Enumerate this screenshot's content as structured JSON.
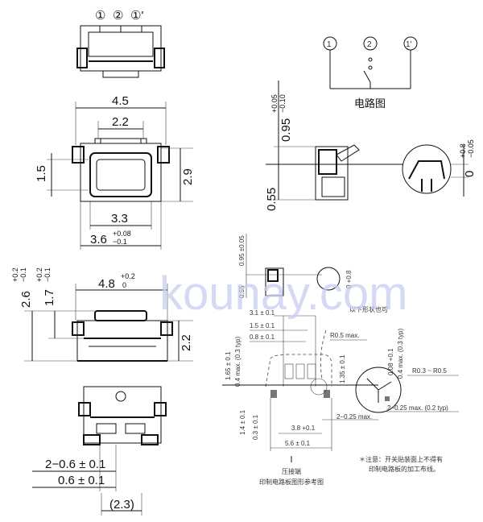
{
  "terminal_labels": {
    "t1": "①",
    "t2": "②",
    "t1p": "①'"
  },
  "circuit": {
    "label": "电路图",
    "t1": "1",
    "t2": "2",
    "t1p": "1'"
  },
  "dims_left": {
    "width_4_5": "4.5",
    "width_2_2": "2.2",
    "height_1_5": "1.5",
    "height_2_9": "2.9",
    "width_3_3": "3.3",
    "width_3_6": "3.6",
    "width_3_6_tol_up": "+0.08",
    "width_3_6_tol_dn": "−0.1",
    "height_2_6": "2.6",
    "height_2_6_tol_up": "+0.2",
    "height_2_6_tol_dn": "−0.1",
    "height_1_7": "1.7",
    "height_1_7_tol_up": "+0.2",
    "height_1_7_tol_dn": "−0.1",
    "width_4_8": "4.8",
    "width_4_8_tol_up": "+0.2",
    "width_4_8_tol_dn": "0",
    "height_2_2": "2.2",
    "pad_2x": "2−0.6 ± 0.1",
    "pad_w": "0.6 ± 0.1",
    "pitch": "(2.3)"
  },
  "dims_right": {
    "h_0_95": "0.95",
    "h_0_95_tol_up": "+0.05",
    "h_0_95_tol_dn": "−0.10",
    "h_0_55": "0.55",
    "h_0": "0",
    "h_0_tol_up": "+0.8",
    "h_0_tol_dn": "−0.05"
  },
  "small_view": {
    "h_0_95": "0.95 ±0.05",
    "h_0_55": "0.55",
    "h_0": "0 +0.8"
  },
  "pcb": {
    "note_shape": "以下形状也可",
    "d_3_1": "3.1 ± 0.1",
    "d_1_5": "1.5 ± 0.1",
    "d_0_8": "0.8 ± 0.1",
    "r_0_5": "R0.5 max.",
    "d_1_65": "1.65 ± 0.1",
    "d_0_4": "0.4 max. (0.3 typ)",
    "d_1_35": "1.35 ± 0.1",
    "d_0_08": "0.08 +0.1",
    "d_0_4b": "0.4 max. (0.3 typ)",
    "r_range": "R0.3 ~ R0.5",
    "d_0_25a": "2−0.25 max. (0.2 typ)",
    "d_0_25b": "2−0.25 max.",
    "d_1_4": "1.4 ± 0.1",
    "d_0_3": "0.3 ± 0.1",
    "d_3_8": "3.8 +0.1",
    "d_5_6": "5.6 ± 0.1",
    "cn_label1": "压接端",
    "cn_label2": "印制电路板图形参考图",
    "note1": "＊注意：开关贴装面上不得有",
    "note2": "印制电路板的加工布线。"
  },
  "watermark": "kounay.com"
}
